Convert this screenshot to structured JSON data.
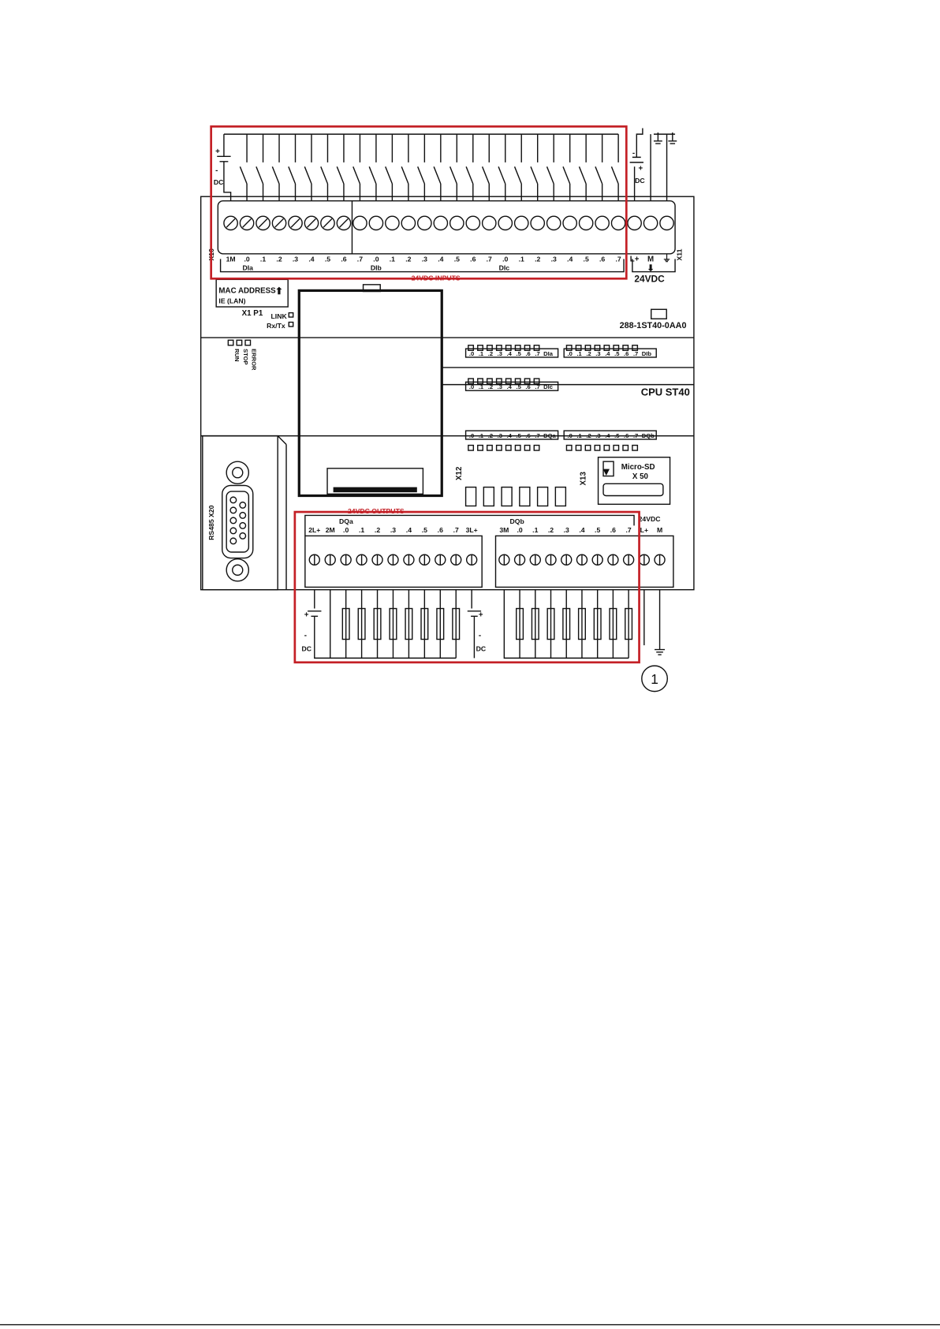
{
  "colors": {
    "highlight_box": "#c42026",
    "line": "#111111",
    "background": "#ffffff"
  },
  "inputs": {
    "title": "24VDC INPUTS",
    "connector_left": "X10",
    "connector_right": "X11",
    "groups": [
      "DIa",
      "DIb",
      "DIc"
    ],
    "terminals": [
      "1M",
      ".0",
      ".1",
      ".2",
      ".3",
      ".4",
      ".5",
      ".6",
      ".7",
      ".0",
      ".1",
      ".2",
      ".3",
      ".4",
      ".5",
      ".6",
      ".7",
      ".0",
      ".1",
      ".2",
      ".3",
      ".4",
      ".5",
      ".6",
      ".7"
    ],
    "power_terminals": [
      "L+",
      "M"
    ],
    "power_label": "24VDC",
    "source_left": {
      "plus": "+",
      "minus": "-",
      "label": "DC"
    },
    "source_right": {
      "plus": "+",
      "minus": "-",
      "label": "DC"
    }
  },
  "ethernet": {
    "mac_label": "MAC ADDRESS",
    "lan_label": "IE (LAN)",
    "port": "X1 P1",
    "link": "LINK",
    "rxtx": "Rx/Tx"
  },
  "status_leds": [
    "RUN",
    "STOP",
    "ERROR"
  ],
  "order_number": "288-1ST40-0AA0",
  "model": "CPU ST40",
  "led_bits": [
    ".0",
    ".1",
    ".2",
    ".3",
    ".4",
    ".5",
    ".6",
    ".7"
  ],
  "led_groups": {
    "dia": "DIa",
    "dib": "DIb",
    "dic": "DIc",
    "dqa": "DQa",
    "dqb": "DQb"
  },
  "serial_port": "RS485 X20",
  "expansion_connectors": [
    "X12",
    "X13"
  ],
  "sd_card": {
    "label": "Micro-SD",
    "connector": "X 50"
  },
  "outputs": {
    "title": "24VDC OUTPUTS",
    "groups": [
      "DQa",
      "DQb"
    ],
    "terminals_a": [
      "2L+",
      "2M",
      ".0",
      ".1",
      ".2",
      ".3",
      ".4",
      ".5",
      ".6",
      ".7",
      "3L+"
    ],
    "terminals_b": [
      "3M",
      ".0",
      ".1",
      ".2",
      ".3",
      ".4",
      ".5",
      ".6",
      ".7",
      "L+",
      "M"
    ],
    "power_label": "24VDC",
    "source_a": {
      "plus": "+",
      "minus": "-",
      "label": "DC"
    },
    "source_b": {
      "plus": "+",
      "minus": "-",
      "label": "DC"
    }
  },
  "callout": "1"
}
